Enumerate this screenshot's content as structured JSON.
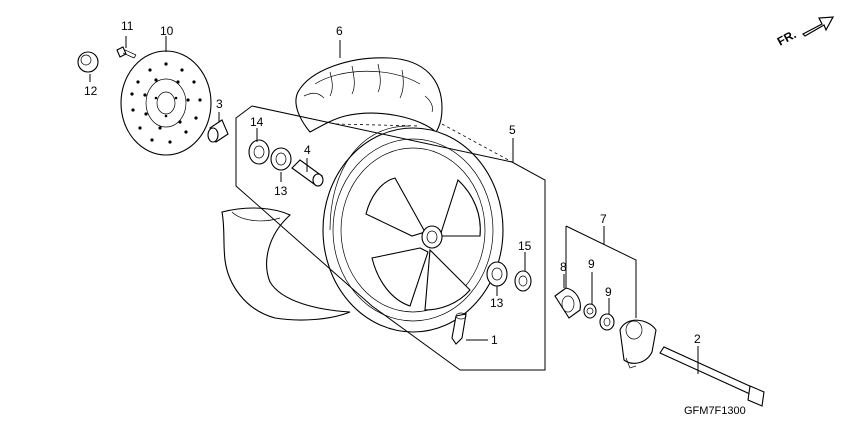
{
  "direction_label": "FR.",
  "diagram_code": "GFM7F1300",
  "callouts": {
    "p1": "1",
    "p2": "2",
    "p3": "3",
    "p4": "4",
    "p5": "5",
    "p6": "6",
    "p7": "7",
    "p8": "8",
    "p9a": "9",
    "p9b": "9",
    "p10": "10",
    "p11": "11",
    "p12": "12",
    "p13a": "13",
    "p13b": "13",
    "p14": "14",
    "p15": "15"
  }
}
